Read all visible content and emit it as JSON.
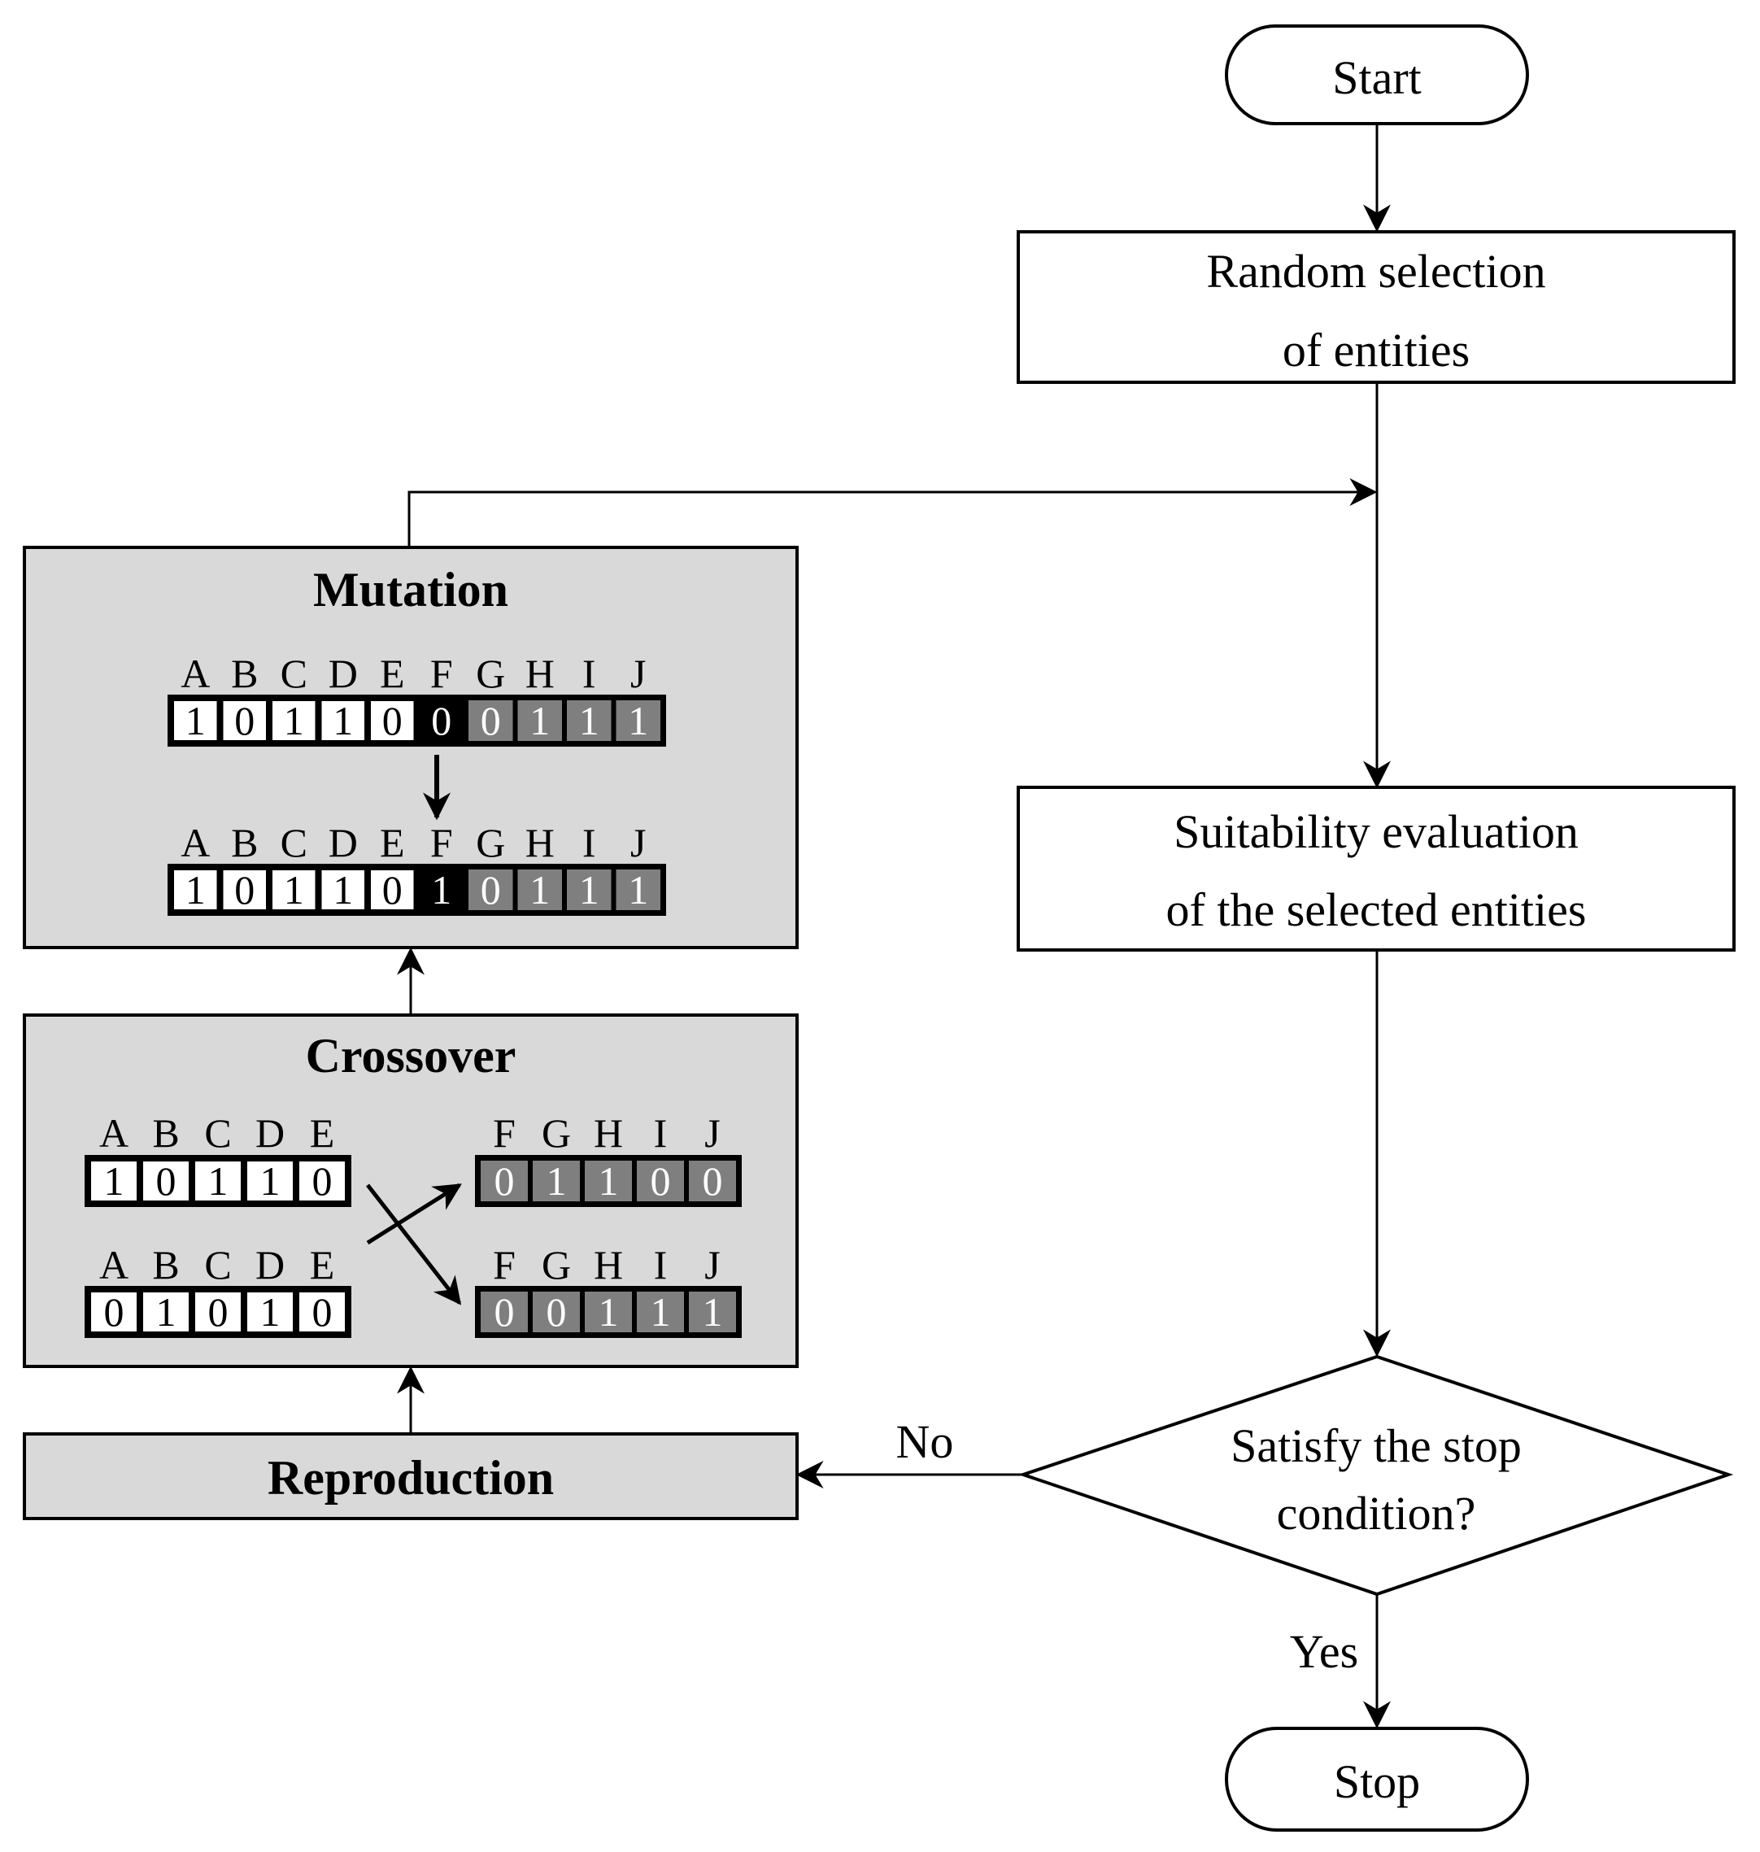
{
  "colors": {
    "panel_fill": "#d9d9d9",
    "line": "#000000",
    "highlight_fill": "#000000",
    "shaded_fill": "#7f7f7f",
    "white_fill": "#ffffff"
  },
  "flow": {
    "start": "Start",
    "random_line1": "Random selection",
    "random_line2": "of entities",
    "suit_line1": "Suitability evaluation",
    "suit_line2": "of the selected entities",
    "decision_line1": "Satisfy the stop",
    "decision_line2": "condition?",
    "no_label": "No",
    "yes_label": "Yes",
    "stop": "Stop",
    "reproduction": "Reproduction"
  },
  "mutation": {
    "title": "Mutation",
    "genes": [
      "A",
      "B",
      "C",
      "D",
      "E",
      "F",
      "G",
      "H",
      "I",
      "J"
    ],
    "before": [
      "1",
      "0",
      "1",
      "1",
      "0",
      "0",
      "0",
      "1",
      "1",
      "1"
    ],
    "after": [
      "1",
      "0",
      "1",
      "1",
      "0",
      "1",
      "0",
      "1",
      "1",
      "1"
    ],
    "cell_styles": [
      "white",
      "white",
      "white",
      "white",
      "white",
      "black",
      "gray",
      "gray",
      "gray",
      "gray"
    ]
  },
  "crossover": {
    "title": "Crossover",
    "left_genes": [
      "A",
      "B",
      "C",
      "D",
      "E"
    ],
    "right_genes": [
      "F",
      "G",
      "H",
      "I",
      "J"
    ],
    "top_left": [
      "1",
      "0",
      "1",
      "1",
      "0"
    ],
    "top_right": [
      "0",
      "1",
      "1",
      "0",
      "0"
    ],
    "bottom_left": [
      "0",
      "1",
      "0",
      "1",
      "0"
    ],
    "bottom_right": [
      "0",
      "0",
      "1",
      "1",
      "1"
    ]
  }
}
